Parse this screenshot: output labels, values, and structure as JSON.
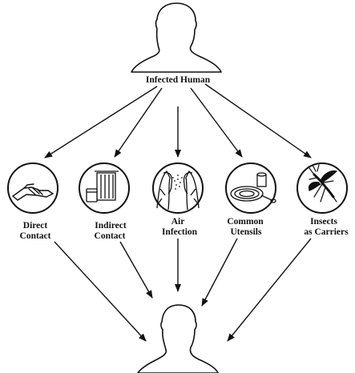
{
  "diagram": {
    "source": {
      "label": "Infected Human",
      "figure_icon": "person-bust-icon"
    },
    "target": {
      "figure_icon": "person-bust-icon"
    },
    "routes": [
      {
        "id": "direct-contact",
        "lines": [
          "Direct",
          "Contact"
        ],
        "icon": "handshake-icon"
      },
      {
        "id": "indirect-contact",
        "lines": [
          "Indirect",
          "Contact"
        ],
        "icon": "towel-and-cup-icon"
      },
      {
        "id": "air-infection",
        "lines": [
          "Air",
          "Infection"
        ],
        "icon": "sneezing-people-icon"
      },
      {
        "id": "common-utensils",
        "lines": [
          "Common",
          "Utensils"
        ],
        "icon": "plate-and-cup-icon"
      },
      {
        "id": "insects-as-carriers",
        "lines": [
          "Insects",
          "as Carriers"
        ],
        "icon": "mosquito-icon"
      }
    ],
    "colors": {
      "ink": "#111111",
      "background": "#ffffff"
    }
  }
}
